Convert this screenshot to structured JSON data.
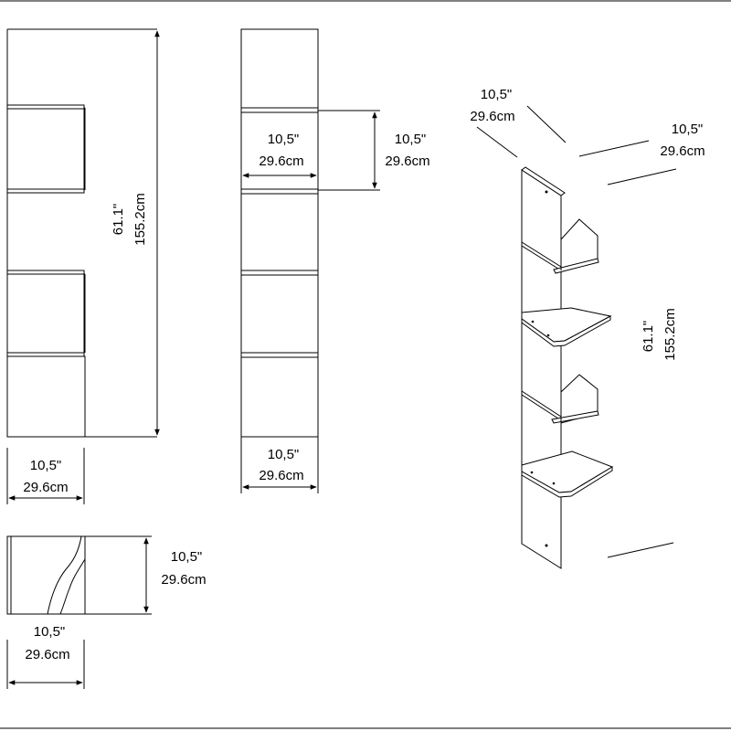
{
  "front_view": {
    "height_dimension": {
      "inches": "61.1\"",
      "cm": "155.2cm"
    },
    "width_dimension": {
      "inches": "10,5\"",
      "cm": "29.6cm"
    }
  },
  "side_view": {
    "shelf_depth_dimension": {
      "inches": "10,5\"",
      "cm": "29.6cm"
    },
    "shelf_height_dimension": {
      "inches": "10,5\"",
      "cm": "29.6cm"
    },
    "width_dimension": {
      "inches": "10,5\"",
      "cm": "29.6cm"
    }
  },
  "top_view": {
    "depth_dimension": {
      "inches": "10,5\"",
      "cm": "29.6cm"
    },
    "width_dimension": {
      "inches": "10,5\"",
      "cm": "29.6cm"
    }
  },
  "perspective_view": {
    "left_width_dimension": {
      "inches": "10,5\"",
      "cm": "29.6cm"
    },
    "right_width_dimension": {
      "inches": "10,5\"",
      "cm": "29.6cm"
    },
    "height_dimension": {
      "inches": "61.1\"",
      "cm": "155.2cm"
    }
  },
  "colors": {
    "line": "#000000",
    "background": "#ffffff"
  }
}
